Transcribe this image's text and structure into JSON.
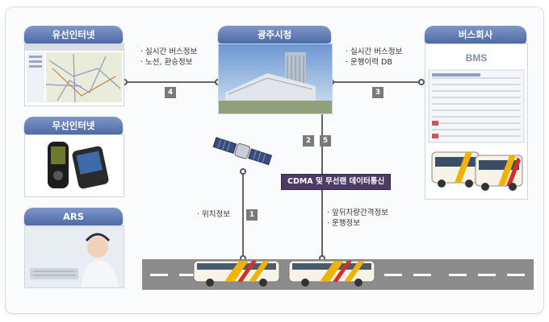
{
  "nodes": {
    "wired_internet": "유선인터넷",
    "wireless_internet": "무선인터넷",
    "ars": "ARS",
    "city_hall": "광주시청",
    "bus_company": "버스회사"
  },
  "links": {
    "num_4": "4",
    "num_3": "3",
    "num_2": "2",
    "num_5": "5",
    "num_1": "1",
    "left_info": [
      "실시간 버스정보",
      "노선, 환승정보"
    ],
    "right_info": [
      "실시간 버스정보",
      "운행이력 DB"
    ],
    "gps_info": [
      "위치정보"
    ],
    "comm_info": [
      "앞뒤차량간격정보",
      "운행정보"
    ],
    "cdma_label": "CDMA 및 무선랜 데이터통신"
  },
  "bms": {
    "label": "BMS"
  },
  "colors": {
    "pill": "#5b75ad",
    "cdma_band": "#4b3b66",
    "bus_stripe": "#f0b400",
    "bus_red": "#d4302b"
  }
}
